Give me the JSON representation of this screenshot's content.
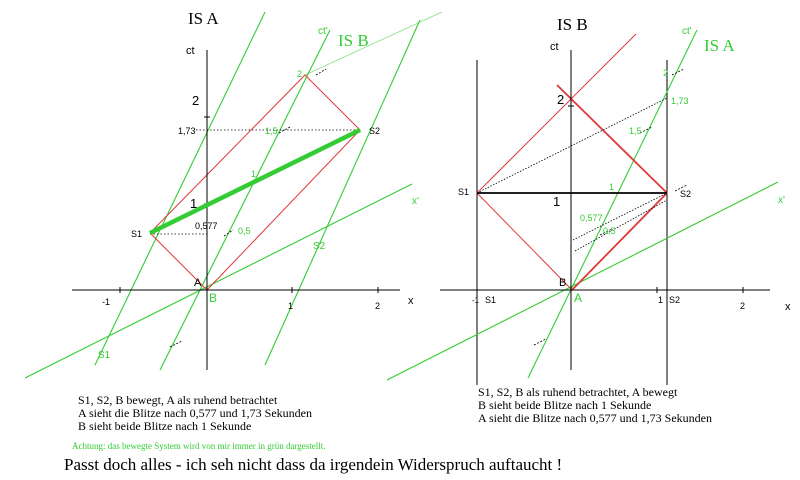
{
  "colors": {
    "green": "#33cc33",
    "red": "#e0393a",
    "black": "#000000"
  },
  "left": {
    "title": "IS A",
    "label_is_b": "IS B",
    "axis_ct": "ct",
    "axis_ct_prime": "ct'",
    "axis_x": "x",
    "axis_x_prime": "x'",
    "ticks_x": [
      "-1",
      "1",
      "2"
    ],
    "ticks_ct": [
      "1",
      "2"
    ],
    "val_173": "1,73",
    "val_0577": "0,577",
    "green_ticks": [
      "0,5",
      "1",
      "1,5",
      "2"
    ],
    "event_s1": "S1",
    "event_s2": "S2",
    "point_a": "A",
    "point_b": "B",
    "worldline_s1": "S1",
    "worldline_s2": "S2",
    "caption": [
      "S1, S2, B bewegt, A als ruhend betrachtet",
      "A sieht die Blitze nach 0,577 und 1,73 Sekunden",
      "B sieht beide Blitze nach 1 Sekunde"
    ]
  },
  "right": {
    "title": "IS B",
    "label_is_a": "IS A",
    "axis_ct": "ct",
    "axis_ct_prime": "ct'",
    "axis_x": "x",
    "axis_x_prime": "x'",
    "ticks_x": [
      "-1",
      "1",
      "2"
    ],
    "ticks_ct": [
      "1",
      "2"
    ],
    "val_173": "1,73",
    "val_0577": "0,577",
    "green_ticks": [
      "0,5",
      "1",
      "1,5",
      "2"
    ],
    "event_s1": "S1",
    "event_s2": "S2",
    "point_a": "A",
    "point_b": "B",
    "worldline_s1": "S1",
    "worldline_s2": "S2",
    "caption": [
      "S1, S2, B als ruhend betrachtet, A bewegt",
      "B sieht beide Blitze nach 1 Sekunde",
      "A sieht die Blitze nach 0,577 und 1,73 Sekunden"
    ]
  },
  "note": "Achtung: das bewegte System wird von mir immer in grün dargestellt.",
  "bottom_line": "Passt doch alles - ich seh nicht dass da irgendein Widerspruch auftaucht !"
}
